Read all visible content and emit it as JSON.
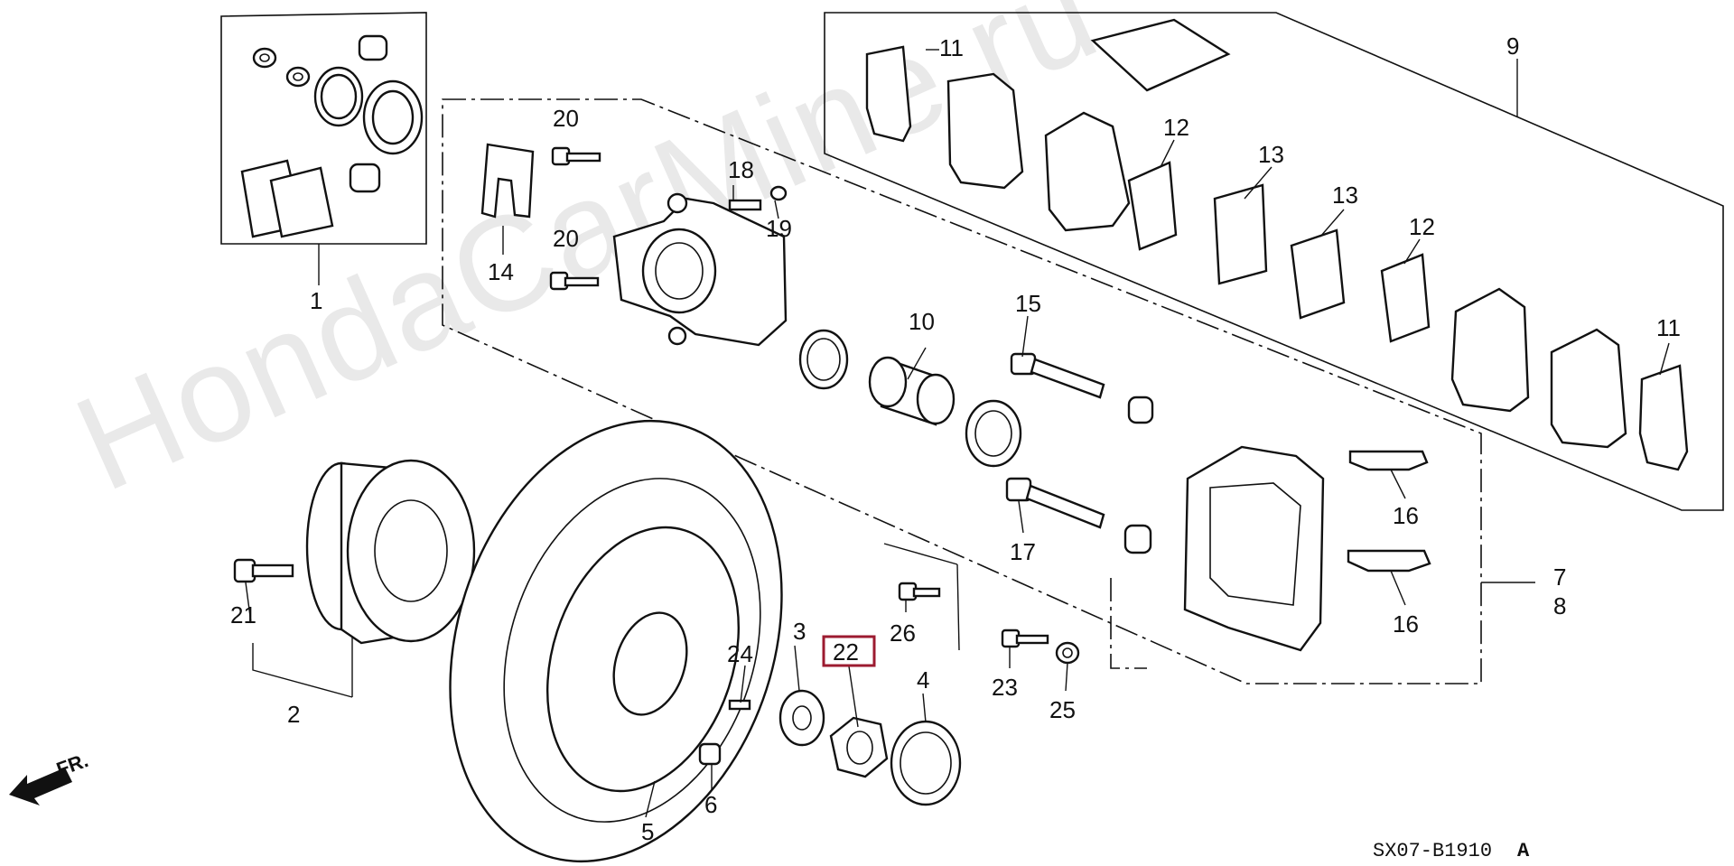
{
  "watermark": "HondaCarMine.ru",
  "diagram_code": "SX07-B1910",
  "diagram_revision": "A",
  "direction": {
    "label": "FR.",
    "icon": "front-arrow-icon"
  },
  "highlight_color": "#9c1b30",
  "callouts": {
    "c1": "1",
    "c2": "2",
    "c3": "3",
    "c4": "4",
    "c5": "5",
    "c6": "6",
    "c7": "7",
    "c8": "8",
    "c9": "9",
    "c10": "10",
    "c11a": "11",
    "c11b": "11",
    "c12a": "12",
    "c12b": "12",
    "c13a": "13",
    "c13b": "13",
    "c14": "14",
    "c15": "15",
    "c16a": "16",
    "c16b": "16",
    "c17": "17",
    "c18": "18",
    "c19": "19",
    "c20a": "20",
    "c20b": "20",
    "c21": "21",
    "c22": "22",
    "c23": "23",
    "c24": "24",
    "c25": "25",
    "c26": "26"
  }
}
